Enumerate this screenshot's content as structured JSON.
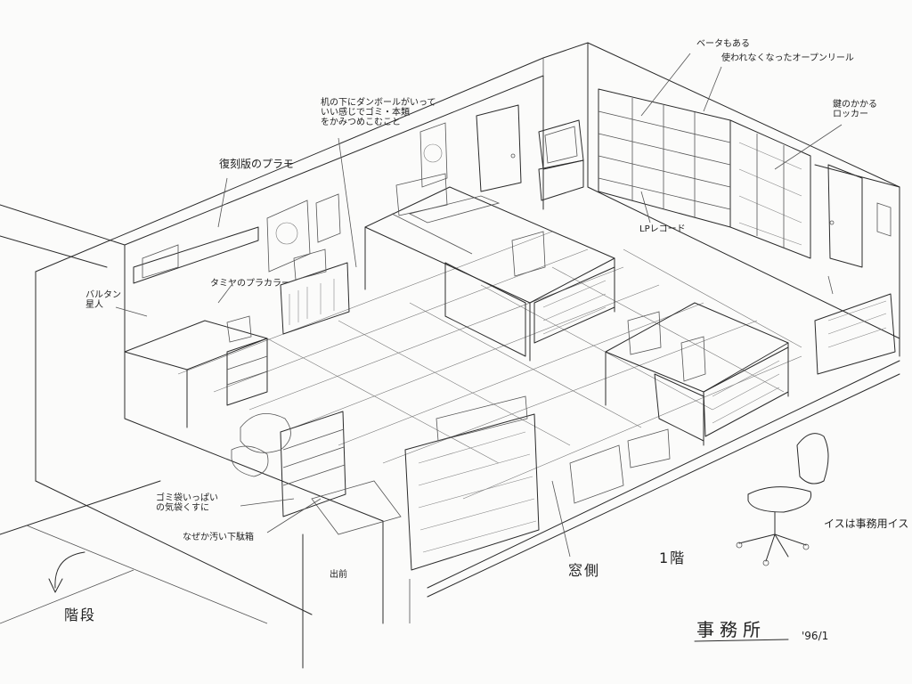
{
  "labels": {
    "beta": "ベータもある",
    "open_reel": "使われなくなったオープンリール",
    "locker": "鍵のかかる\nロッカー",
    "under_desk": "机の下にダンボールがいって\nいい感じでゴミ・本類\nをかみつめこむこと",
    "plamo_reissue": "復刻版のプラモ",
    "lp_records": "LPレコード",
    "baltan": "バルタン\n星人",
    "tamiya_color": "タミヤのプラカラー",
    "trash_bag": "ゴミ袋いっぱい\nの気袋くすに",
    "shoe_box": "なぜか汚い下駄箱",
    "entrance": "出前",
    "stairs": "階段",
    "window_side": "窓側",
    "first_floor": "1階",
    "chair_note": "イスは事務用イス",
    "title": "事務所",
    "date": "'96/1"
  }
}
